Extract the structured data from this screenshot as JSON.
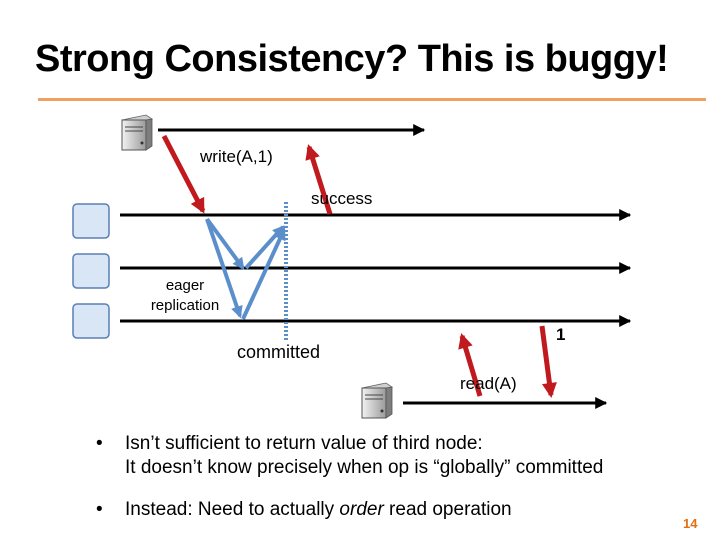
{
  "slide": {
    "title": "Strong Consistency?  This is buggy!",
    "page_number": "14"
  },
  "diagram": {
    "labels": {
      "write": "write(A,1)",
      "success": "success",
      "eager_line1": "eager",
      "eager_line2": "replication",
      "committed": "committed",
      "value": "1",
      "read": "read(A)"
    }
  },
  "bullets": [
    {
      "line1": "Isn’t sufficient to return value of third node:",
      "line2": "It doesn’t know precisely when op is “globally” committed"
    },
    {
      "before": "Instead: Need to actually ",
      "emph": "order",
      "after": " read operation"
    }
  ],
  "colors": {
    "accent_rule": "#F0A060",
    "write_arrow": "#C0191E",
    "replication_arrow": "#5B8FCC",
    "commit_line": "#5B8FCC",
    "node_fill": "#D8E6F6",
    "node_stroke": "#5B7FB5",
    "page_number": "#E07010"
  }
}
